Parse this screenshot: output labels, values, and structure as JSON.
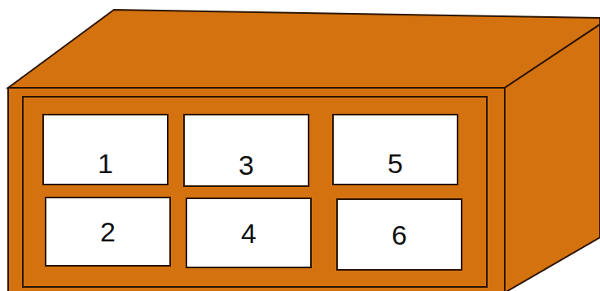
{
  "diagram": {
    "nodes": [
      {
        "text": [
          "1"
        ]
      },
      {
        "text": [
          "3"
        ]
      },
      {
        "text": [
          "5"
        ]
      },
      {
        "text": [
          "2"
        ]
      },
      {
        "text": [
          "4"
        ]
      },
      {
        "text": [
          "6"
        ]
      }
    ]
  }
}
